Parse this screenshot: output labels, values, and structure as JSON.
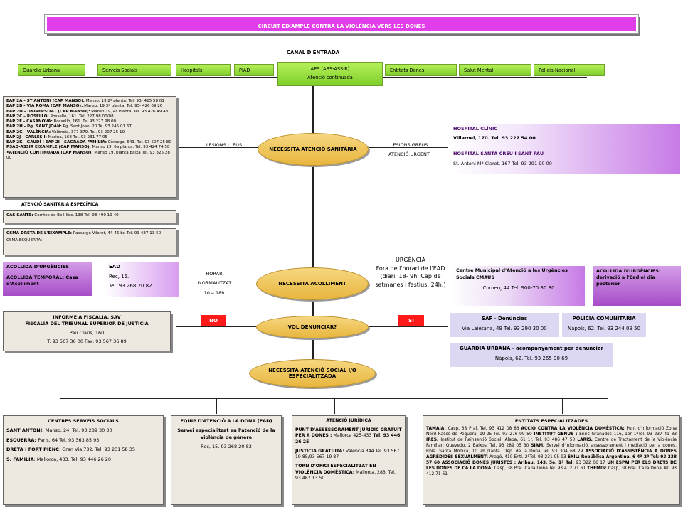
{
  "title": "CIRCUIT EIXAMPLE CONTRA LA VIOLÈNCIA VERS LES DONES",
  "canal_title": "CANAL D'ENTRADA",
  "channels": {
    "guardia": "Guàrdia Urbana",
    "serveis": "Serveis Socials",
    "hospitals": "Hospitals",
    "piad": "PIAD",
    "aps_title": "APS (ABS-ASSIR)",
    "aps_sub": "Atenció continuada",
    "entitats": "Entitats Dones",
    "salut": "Salut Mental",
    "policia": "Policia Nacional"
  },
  "eap_lines": [
    {
      "b": "EAP 2A - ST ANTONI (CAP MANSO):",
      "t": " Manso, 19 2ª planta. Tel. 93- 425 58 01"
    },
    {
      "b": "EAP 2B - VIA ROMA (CAP MANSO):",
      "t": " Manso, 19 3ª planta. Tel. 93- 426 69 26"
    },
    {
      "b": "EAP 2D – UNIVERSITAT (CAP MANSO):",
      "t": " Manso 19, 4ª Planta. Tel. 93 426 49 43"
    },
    {
      "b": "EAP 2C – ROSELLÓ:",
      "t": " Rosselló, 161. Tel. 227 98 00/08"
    },
    {
      "b": "EAP 2E - CASANOVA:",
      "t": " Rosselló, 161. Te. 93 227 98 00"
    },
    {
      "b": "EAP 2H - Pg. SANT JOAN:",
      "t": " Pg. Sant Joan, 20 Te. 93 245 01 67"
    },
    {
      "b": "EAP 2G - VALÈNCIA:",
      "t": " València, 377-379. Tel. 93 207 25 10"
    },
    {
      "b": "EAP 2J - CARLES I:",
      "t": " Marina, 168 Tel. 93 231 77 05"
    },
    {
      "b": "EAP 2K - GAUDÍ I EAP 2I - SAGRADA FAMÍLIA:",
      "t": " Còrsega, 643. Tel. 93 507 25 80"
    },
    {
      "b": "PSAD-ASSIR EIXAMPLE (CAP MANSO):",
      "t": " Manso 19, 6a planta. Tel. 93 424 74 58"
    },
    {
      "b": "•ATENCIÓ CONTINUADA (CAP MANSO):",
      "t": " Manso 19, planta baixa Tel. 93 325 28 00"
    }
  ],
  "atencio_especifica": "ATENCIÓ SANITARIA ESPECÍFICA",
  "cas_sants": {
    "b": "CAS SANTS:",
    "t": " Comtes de Bell-lloc, 138 Tel: 93 490 19 40"
  },
  "csma": {
    "b": "CSMA DRETA DE L'EIXAMPLE:",
    "t": " Passatge Vilaret, 44-46  bx Tel. 93 487 13 50",
    "t2": "CSMA ESQUERRA:"
  },
  "oval_sanitaria": "NECESSITA ATENCIÓ SANITÀRIA",
  "lesions_lleus": "LESIONS LLEUS",
  "lesions_greus": "LESIONS GREUS",
  "atencio_urgent": "ATENCIÓ URGENT",
  "clinic": {
    "title": "HOSPITAL CLÍNIC",
    "addr": "Villaroel, 170.  Tel. 93 227 54 00"
  },
  "santpau": {
    "title": "HOSPITAL SANTA CREU I SANT PAU",
    "addr": "St. Antoni Mª Claret, 167 Tel. 93 291 90 00"
  },
  "acollida_urg": {
    "title": "ACOLLIDA D'URGÈNCIES",
    "sub": "ACOLLIDA TEMPORAL: Casa d'Acolliment"
  },
  "ead": {
    "title": "EAD",
    "l1": "Rec, 15.",
    "l2": "Tel. 93 268 20 82"
  },
  "horari": [
    "HORARI",
    "NORMALITZAT",
    "10 a 18h."
  ],
  "oval_acolliment": "NECESSITA ACOLLIMENT",
  "urgencia": [
    "URGÈNCIA",
    "Fora de l'horari de l'EAD",
    "(diari: 18- 9h. Cap de setmanes i festius: 24h.)"
  ],
  "cmaus": {
    "title": "Centre Municipal d'Atenció a les Urgències Socials CMAUS",
    "addr": "Comerç 44 Tel. 900-70 30 30"
  },
  "acollida_urg2": "ACOLLIDA D'URGÈNCIES: derivació a l'Ead el dia posterior",
  "fiscalia": {
    "l1": "INFORME A FISCALIA.  SAV",
    "l2": "FISCALÍA DEL TRIBUNAL SUPERIOR DE JUSTICIA",
    "l3": "Pau Claris, 160",
    "l4": "T. 93 567 36 00  Fax: 93 567 36 89"
  },
  "no": "NO",
  "si": "SI",
  "oval_denunciar": "VOL DENUNCIAR?",
  "saf": {
    "title": "SAF - Denúncies",
    "addr": "Via Laietana, 49  Tel. 93 290 30 00"
  },
  "policia_com": {
    "title": "POLICIA COMUNITARIA",
    "addr": "Nàpols, 62. Tel. 93 244 09 50"
  },
  "gu_acomp": {
    "title": "GUARDIA URBANA - acompanyament per denunciar",
    "addr": "Nàpols, 62. Tel. 93 265 90 69"
  },
  "oval_social": "NECESSITA ATENCIÓ SOCIAL I/O ESPECIALITZADA",
  "centres": {
    "title": "CENTRES SERVEIS SOCIALS",
    "rows": [
      {
        "b": "SANT ANTONI:",
        "t": " Manso, 24.  Tel.  93 289 30 30"
      },
      {
        "b": "ESQUERRA:",
        "t": " París, 64 Tel. 93 363 85 93"
      },
      {
        "b": "DRETA I FORT PIENC",
        "t": ": Gran Via,732.       Tel. 93 231 58 35"
      },
      {
        "b": "S. FAMÍLIA",
        "t": ": Mallorca, 433. Tel. 93 446 26 20"
      }
    ]
  },
  "equip": {
    "title": "EQUIP D'ATENCIÓ  A LA DONA (EAD)",
    "sub": "Servei especialitzat en l'atenció de la violència de gènere",
    "addr": "Rec, 15. 93 268 20 82"
  },
  "juridica": {
    "title": "ATENCIÓ JURÍDICA",
    "p1b": "PUNT D'ASSESSORAMENT JURÍDIC GRATUIT PER A DONES :",
    "p1t": " Mallorca 425-433",
    "p1b2": " Tel. 93 446 26 25",
    "p2b": "JUSTICIA GRATUITA:",
    "p2t": " València 344 Tel. 93 567 19 85/93 567 19 87",
    "p3b": "TORN D'OFICI ESPECIALITZAT EN VIOLÈNCIA DOMÈSTICA:",
    "p3t": " Mallorca, 283. Tel. 93 487 13 50"
  },
  "entitats_esp": {
    "title": "ENTITATS ESPECIALITZADES",
    "body": [
      {
        "b": "TAMAIA:",
        "t": " Casp, 38 Pral. Tel. 93 412 08 83  "
      },
      {
        "b": "ACCIÓ CONTRA LA VIOLÈNCIA DOMÈSTICA:",
        "t": " Punt d'Informació Zona Nord Rasos de Peguera, 19-25 Tel. 93 276 99 50 "
      },
      {
        "b": "INSTITUT GENUS :",
        "t": " Enric Granados 116, 1er 1ªTel. 93 237 41 83  "
      },
      {
        "b": "IRES.",
        "t": " Institut de Reinserció Social: Àlaba, 61 1r. Tel. 93 486 47 50  "
      },
      {
        "b": "LARIS.",
        "t": " Centre de Tractament de la Violència Familiar: Quevedo, 2 Baixos. Tel. 93 289 05 30  "
      },
      {
        "b": "SIAM.",
        "t": " Servei d'informació, assessorament i mediació  per a dones. Rbla. Santa Mònica, 10 2ª planta. Dep. de la Dona Tel. 93 304 68 29  "
      },
      {
        "b": "ASSOCIACIÓ D'ASSISTÈNCIA A DONES AGREDIDES SEXUALMENT:",
        "t": " Aragó, 410 Entl. 2ªTel. 93 231 95 93  "
      },
      {
        "b": "EXIL: República Argentina, 6 4ª 2ª Tel: 93 238 57 60  ",
        "t": ""
      },
      {
        "b": "ASSOCIACIÓ DONES JURISTES : Aribau, 143, 5e. 1ª Tel:",
        "t": " 93 322 06 17 "
      },
      {
        "b": "UN ESPAI PER ELS DRETS DE LES DONES DE CA LA DONA:",
        "t": " Casp, 38 Pral. Ca la Dona  Tel. 93 412 71 61 "
      },
      {
        "b": "THEMIS:",
        "t": " Casp, 38 Pral. Ca la Dona  Tel. 93 412 71 61"
      }
    ]
  }
}
